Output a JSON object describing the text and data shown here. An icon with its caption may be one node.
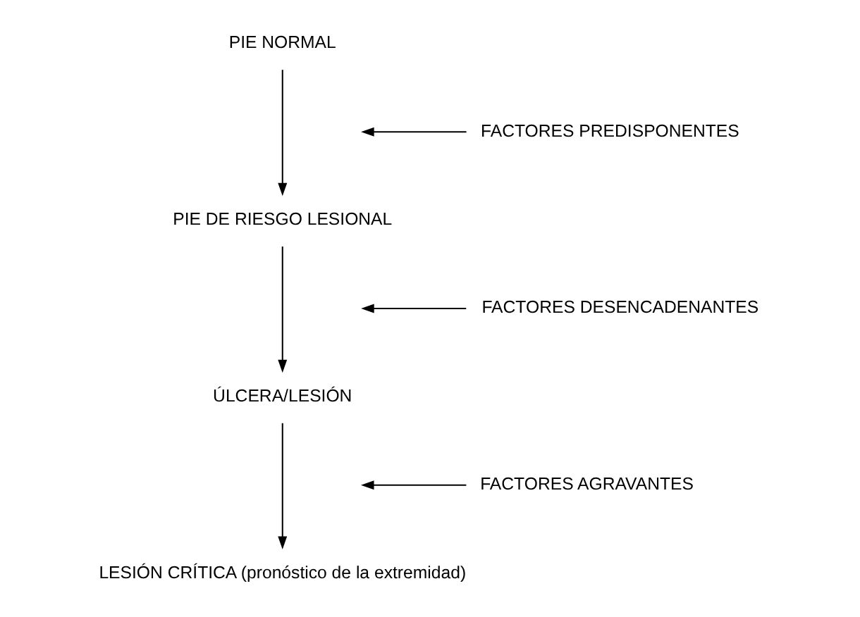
{
  "diagram": {
    "nodes": [
      {
        "text": [
          "PIE NORMAL"
        ]
      },
      {
        "text": [
          "PIE DE RIESGO LESIONAL"
        ]
      },
      {
        "text": [
          "ÚLCERA/LESIÓN"
        ]
      },
      {
        "text": [
          "LESIÓN CRÍTICA (pronóstico de la extremidad)"
        ]
      },
      {
        "text": [
          "FACTORES PREDISPONENTES"
        ]
      },
      {
        "text": [
          "FACTORES DESENCADENANTES"
        ]
      },
      {
        "text": [
          "FACTORES AGRAVANTES"
        ]
      }
    ],
    "edges": [
      {
        "from": 0,
        "to": 1,
        "arrow": "to"
      },
      {
        "from": 1,
        "to": 2,
        "arrow": "to"
      },
      {
        "from": 2,
        "to": 3,
        "arrow": "to"
      },
      {
        "from": 4,
        "to": null,
        "arrow": "to"
      },
      {
        "from": 5,
        "to": null,
        "arrow": "to"
      },
      {
        "from": 6,
        "to": null,
        "arrow": "to"
      }
    ]
  }
}
